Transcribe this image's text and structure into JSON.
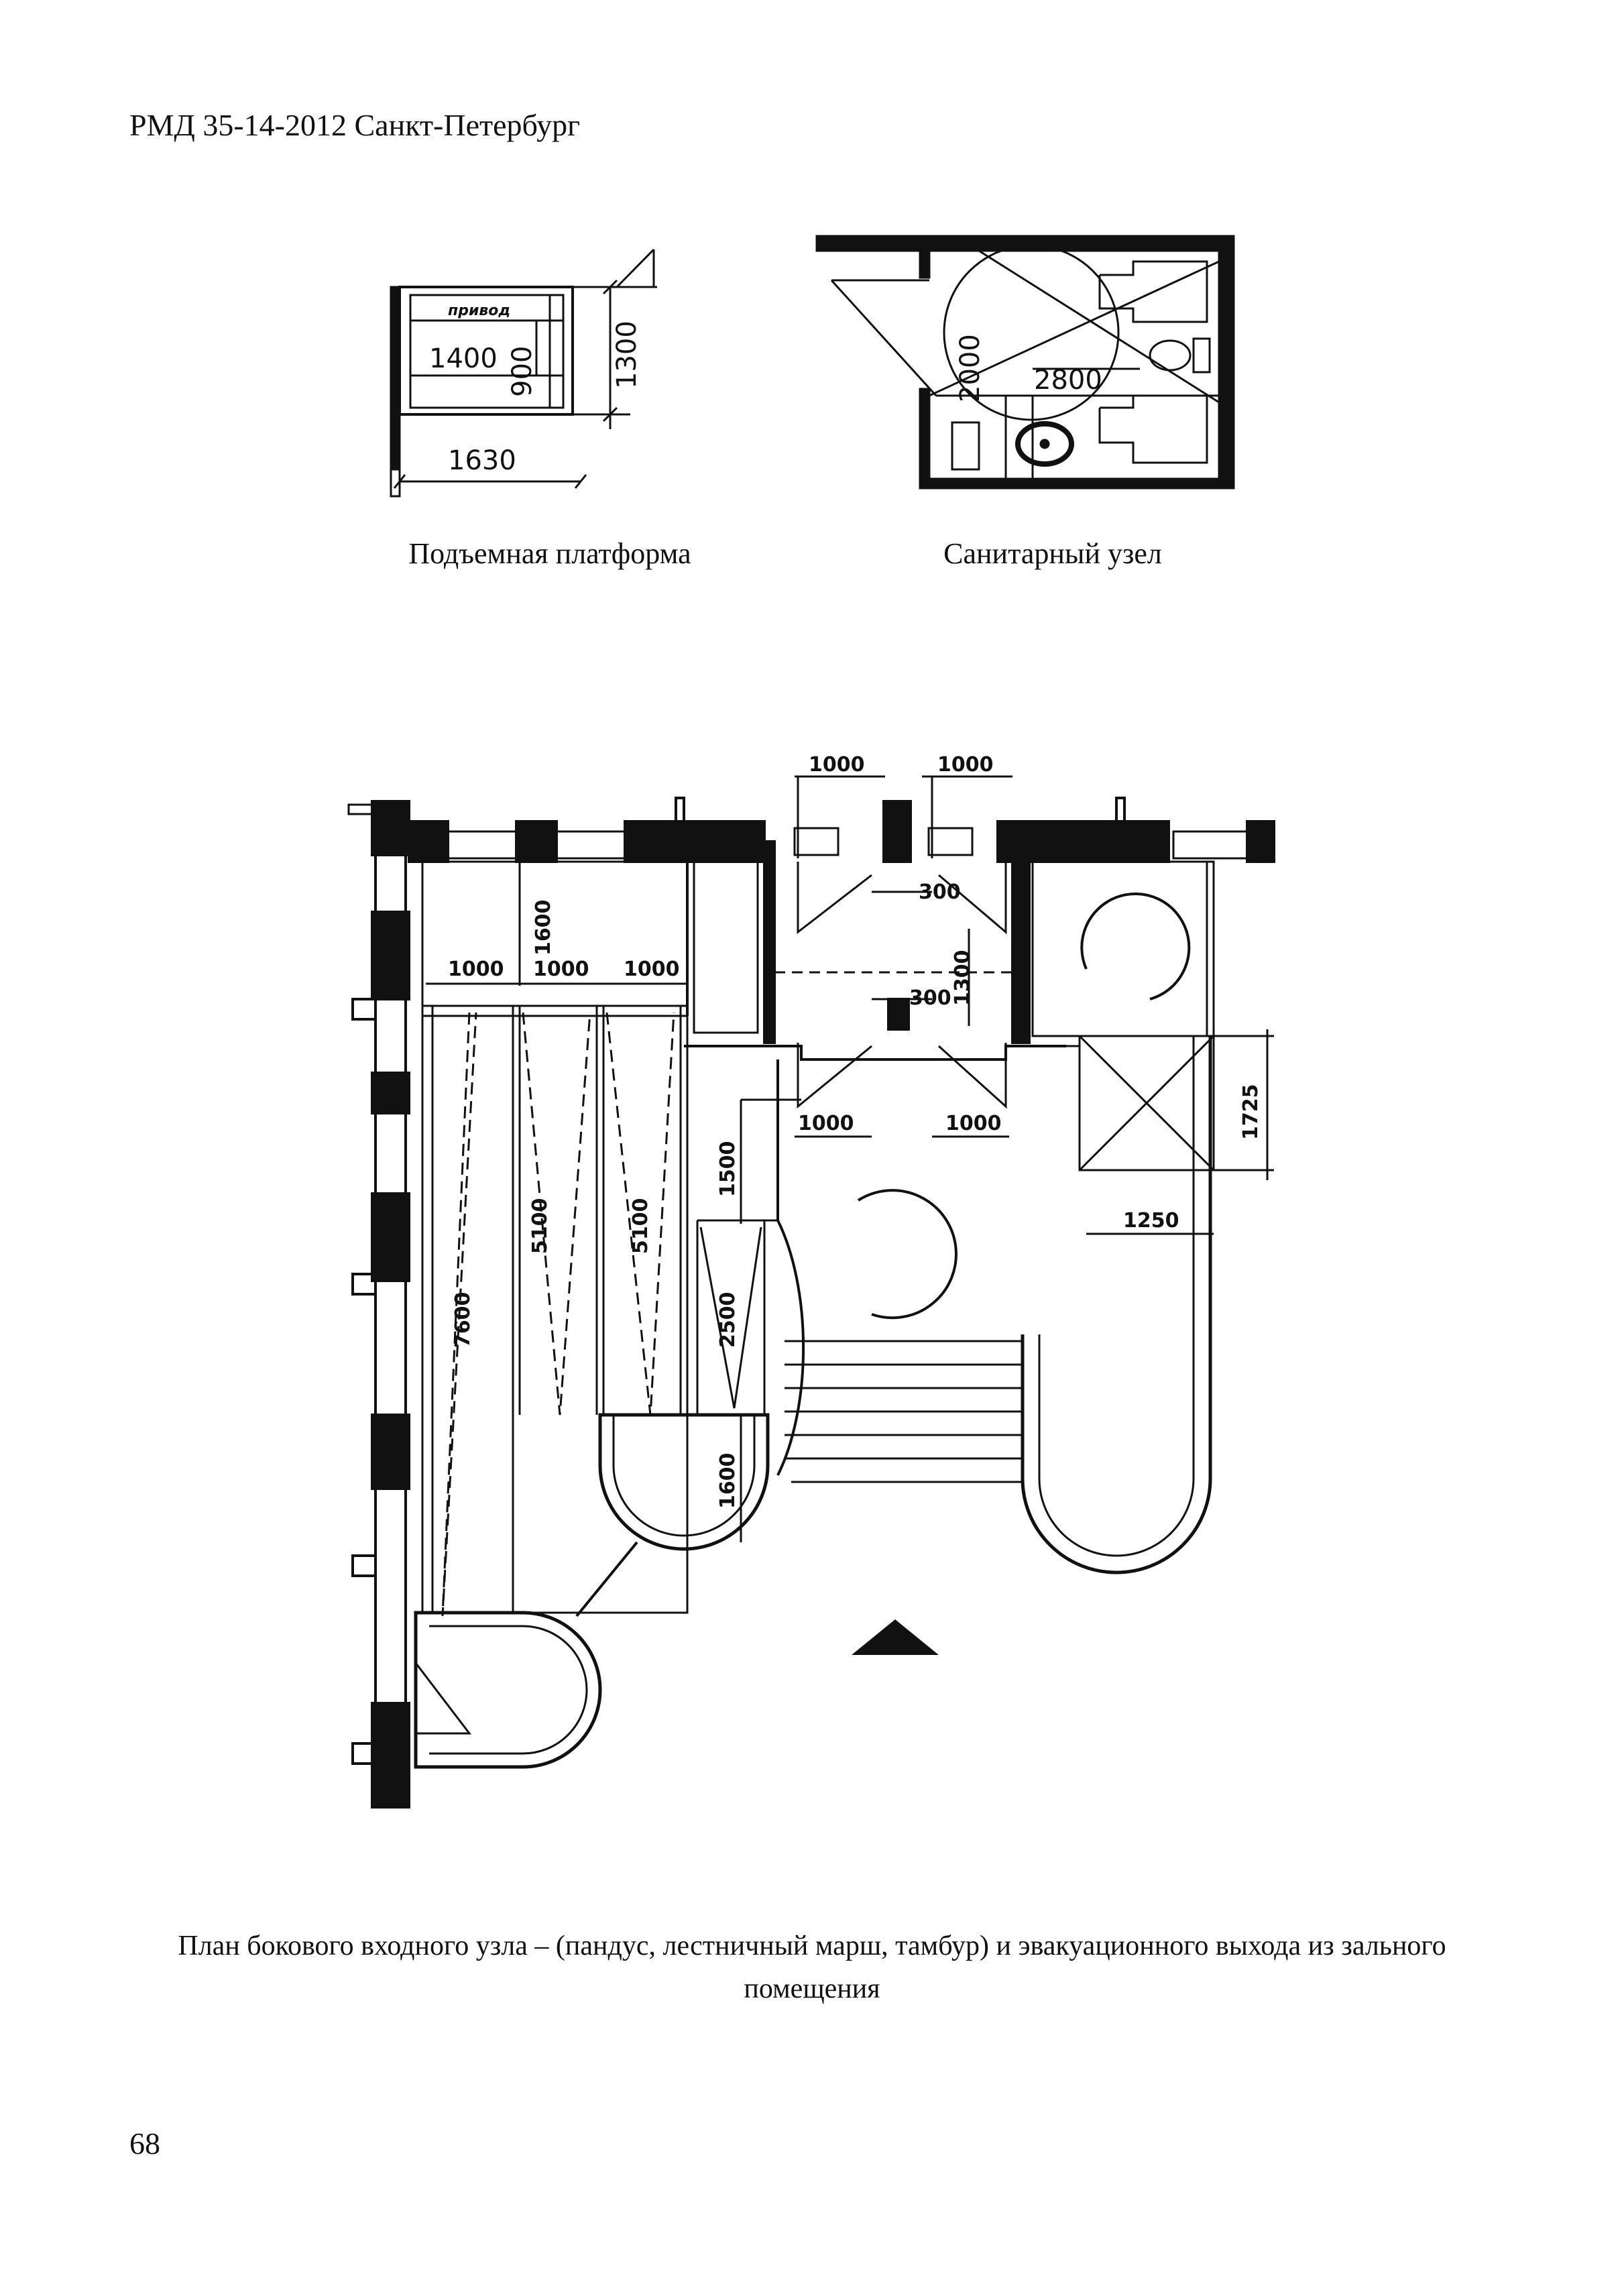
{
  "header": {
    "doc_title": "РМД 35-14-2012 Санкт-Петербург"
  },
  "platform": {
    "caption": "Подъемная платформа",
    "drive_label": "привод",
    "dims": {
      "d1400": "1400",
      "d900": "900",
      "d1300": "1300",
      "d1630": "1630"
    }
  },
  "sanitary": {
    "caption": "Санитарный узел",
    "dims": {
      "d2000": "2000",
      "d2800": "2800"
    }
  },
  "plan": {
    "caption": "План бокового входного узла – (пандус,   лестничный марш,  тамбур) и эвакуационного выхода из зального помещения",
    "dims": {
      "top_left_1000": "1000",
      "top_right_1000": "1000",
      "d300_top": "300",
      "d300_mid": "300",
      "d1300": "1300",
      "d1600_top": "1600",
      "ramp_1000_a": "1000",
      "ramp_1000_b": "1000",
      "ramp_1000_c": "1000",
      "tambour_1000_a": "1000",
      "tambour_1000_b": "1000",
      "d1725": "1725",
      "d1250": "1250",
      "d1500": "1500",
      "d7600": "7600",
      "d5100_a": "5100",
      "d5100_b": "5100",
      "d2500": "2500",
      "d1600_bottom": "1600"
    }
  },
  "footer": {
    "page_number": "68"
  }
}
